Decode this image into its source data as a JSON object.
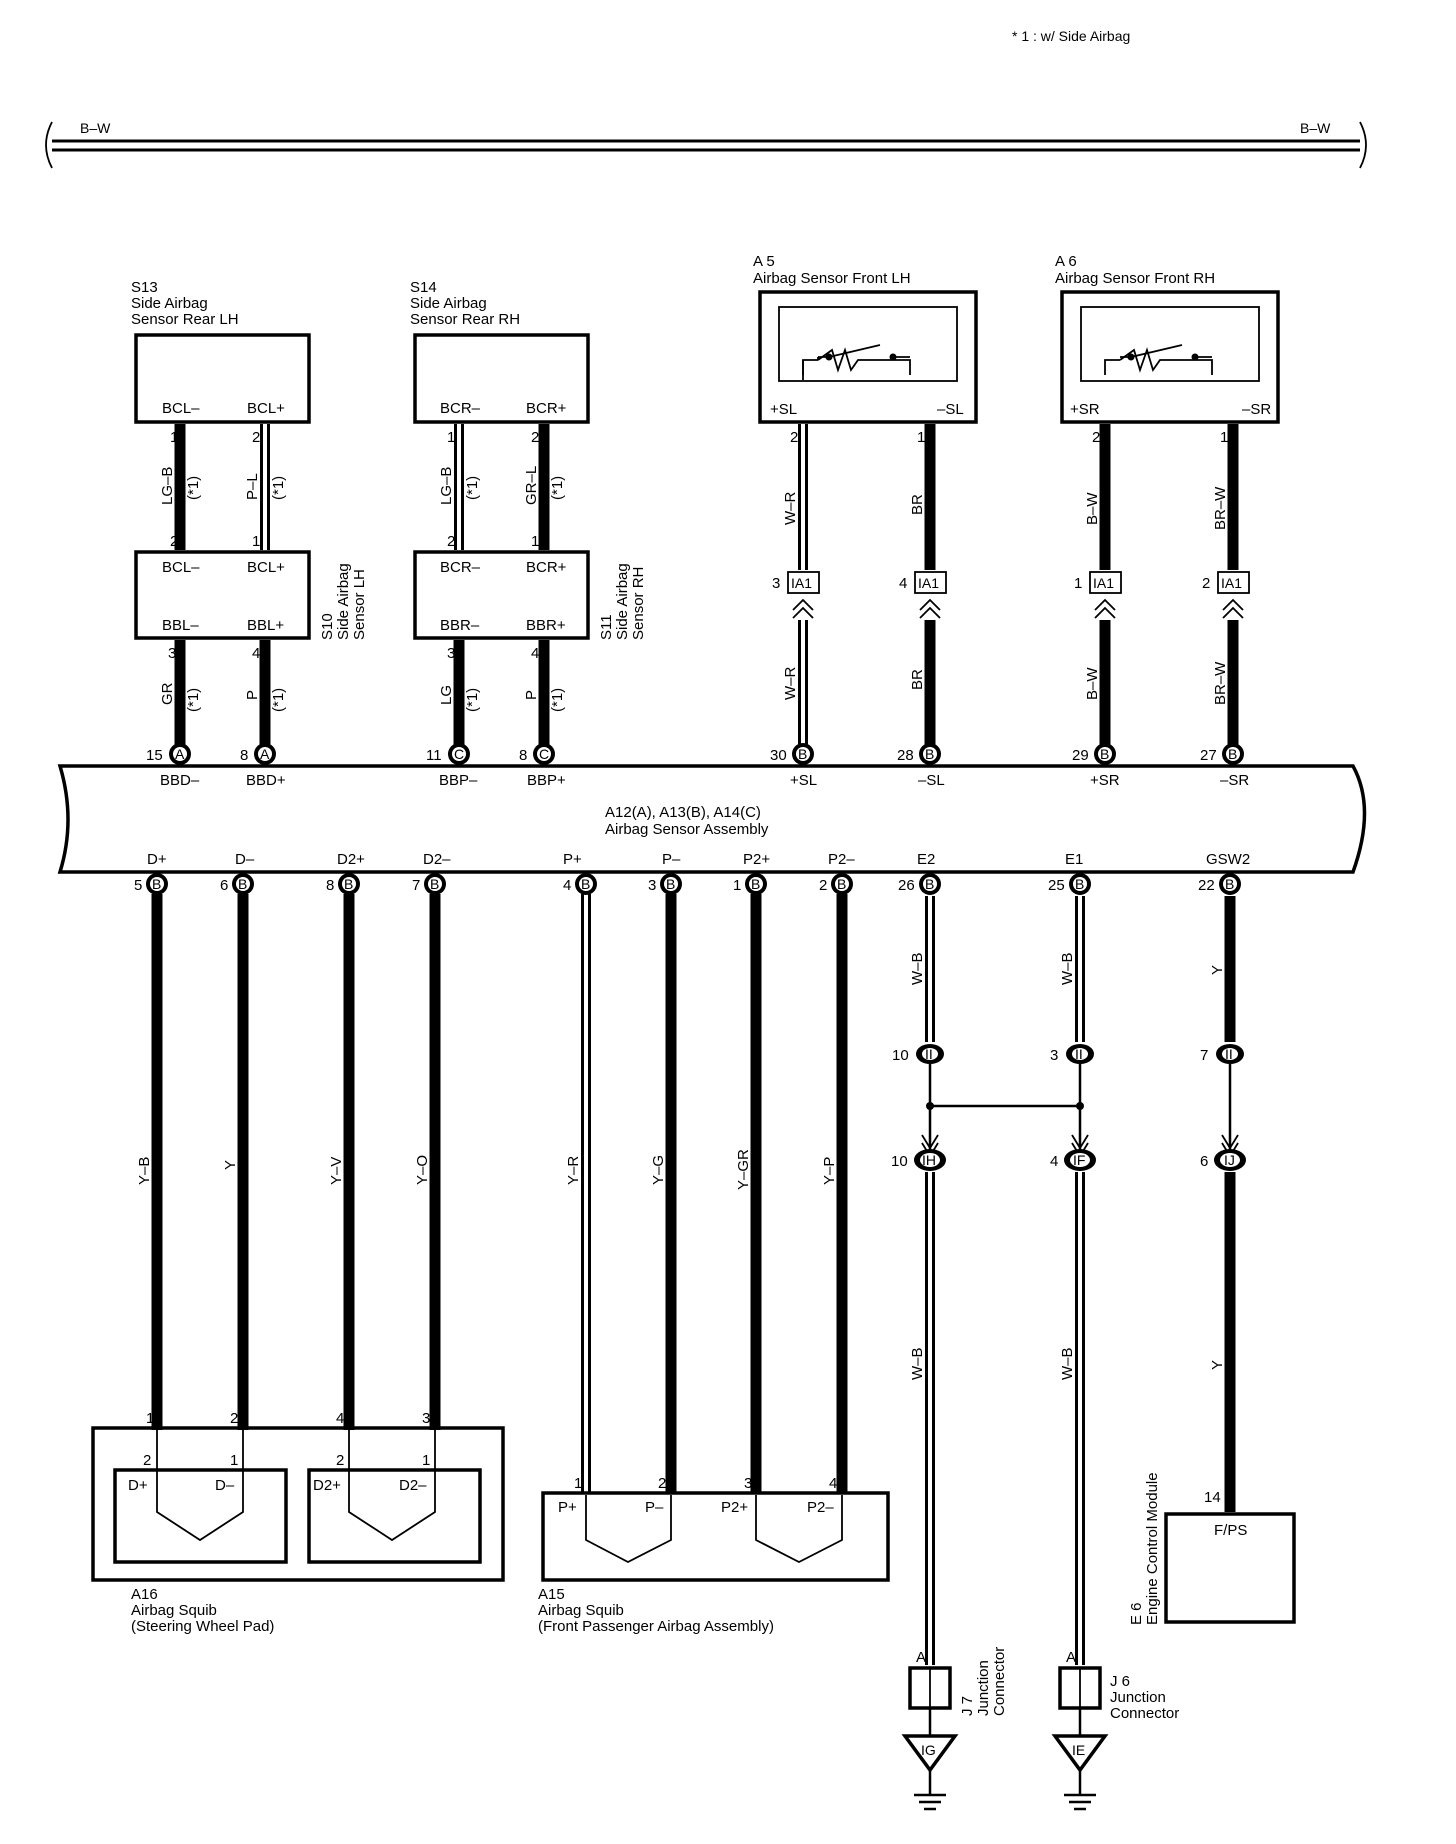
{
  "note": "* 1 : w/ Side Airbag",
  "bus": {
    "left_label": "B–W",
    "right_label": "B–W"
  },
  "components": {
    "s13": {
      "id": "S13",
      "line1": "Side Airbag",
      "line2": "Sensor Rear LH",
      "pins": [
        "BCL–",
        "BCL+"
      ]
    },
    "s14": {
      "id": "S14",
      "line1": "Side Airbag",
      "line2": "Sensor Rear RH",
      "pins": [
        "BCR–",
        "BCR+"
      ]
    },
    "a5": {
      "id": "A 5",
      "name": "Airbag Sensor Front LH",
      "pins": [
        "+SL",
        "–SL"
      ]
    },
    "a6": {
      "id": "A 6",
      "name": "Airbag Sensor Front RH",
      "pins": [
        "+SR",
        "–SR"
      ]
    },
    "s10": {
      "id": "S10",
      "line1": "Side Airbag",
      "line2": "Sensor LH",
      "top": [
        "BCL–",
        "BCL+"
      ],
      "bottom": [
        "BBL–",
        "BBL+"
      ]
    },
    "s11": {
      "id": "S11",
      "line1": "Side Airbag",
      "line2": "Sensor RH",
      "top": [
        "BCR–",
        "BCR+"
      ],
      "bottom": [
        "BBR–",
        "BBR+"
      ]
    },
    "asm": {
      "ids": "A12(A), A13(B), A14(C)",
      "name": "Airbag Sensor Assembly",
      "top_pins": [
        "BBD–",
        "BBD+",
        "BBP–",
        "BBP+",
        "+SL",
        "–SL",
        "+SR",
        "–SR"
      ],
      "bottom_pins": [
        "D+",
        "D–",
        "D2+",
        "D2–",
        "P+",
        "P–",
        "P2+",
        "P2–",
        "E2",
        "E1",
        "GSW2"
      ]
    },
    "a16": {
      "id": "A16",
      "line1": "Airbag Squib",
      "line2": "(Steering Wheel Pad)",
      "pins": [
        "D+",
        "D–",
        "D2+",
        "D2–"
      ]
    },
    "a15": {
      "id": "A15",
      "line1": "Airbag Squib",
      "line2": "(Front Passenger Airbag Assembly)",
      "pins": [
        "P+",
        "P–",
        "P2+",
        "P2–"
      ]
    },
    "j7": {
      "id": "J 7",
      "line1": "Junction",
      "line2": "Connector",
      "pin": "A",
      "ground": "IG"
    },
    "j6": {
      "id": "J 6",
      "line1": "Junction",
      "line2": "Connector",
      "pin": "A",
      "ground": "IE"
    },
    "e6": {
      "id": "E 6",
      "name": "Engine Control Module",
      "pin_num": "14",
      "pin": "F/PS"
    }
  },
  "wires": {
    "s13_1": {
      "color": "LG–B",
      "note": "(*1)",
      "p1": "1",
      "p2": "2"
    },
    "s13_2": {
      "color": "P–L",
      "note": "(*1)",
      "p1": "2",
      "p2": "1"
    },
    "s14_1": {
      "color": "LG–B",
      "note": "(*1)",
      "p1": "1",
      "p2": "2"
    },
    "s14_2": {
      "color": "GR–L",
      "note": "(*1)",
      "p1": "2",
      "p2": "1"
    },
    "s10_1": {
      "color": "GR",
      "note": "(*1)",
      "p1": "3"
    },
    "s10_2": {
      "color": "P",
      "note": "(*1)",
      "p1": "4"
    },
    "s11_1": {
      "color": "LG",
      "note": "(*1)",
      "p1": "3"
    },
    "s11_2": {
      "color": "P",
      "note": "(*1)",
      "p1": "4"
    },
    "a5_1": {
      "color": "W–R",
      "p1": "2"
    },
    "a5_2": {
      "color": "BR",
      "p1": "1"
    },
    "a6_1": {
      "color": "B–W",
      "p1": "2"
    },
    "a6_2": {
      "color": "BR–W",
      "p1": "1"
    }
  },
  "ia1": {
    "label": "IA1",
    "pins": [
      "3",
      "4",
      "1",
      "2"
    ]
  },
  "asm_top_nums": [
    "15",
    "8",
    "11",
    "8",
    "30",
    "28",
    "29",
    "27"
  ],
  "asm_top_letters": [
    "A",
    "A",
    "C",
    "C",
    "B",
    "B",
    "B",
    "B"
  ],
  "asm_bottom_nums": [
    "5",
    "6",
    "8",
    "7",
    "4",
    "3",
    "1",
    "2",
    "26",
    "25",
    "22"
  ],
  "asm_bottom_letter": "B",
  "squib_wires": [
    "Y–B",
    "Y",
    "Y–V",
    "Y–O",
    "Y–R",
    "Y–G",
    "Y–GR",
    "Y–P"
  ],
  "squib_pins_top": [
    "1",
    "2",
    "4",
    "3",
    "1",
    "2",
    "3",
    "4"
  ],
  "squib_inner_pins": [
    "2",
    "1",
    "2",
    "1"
  ],
  "lower_wires": {
    "e2": "W–B",
    "e1": "W–B",
    "gsw2": "Y"
  },
  "ii": {
    "label": "II",
    "pins": [
      "10",
      "3",
      "7"
    ]
  },
  "ih": {
    "label": "IH",
    "pin": "10"
  },
  "if": {
    "label": "IF",
    "pin": "4"
  },
  "ij": {
    "label": "IJ",
    "pin": "6"
  }
}
